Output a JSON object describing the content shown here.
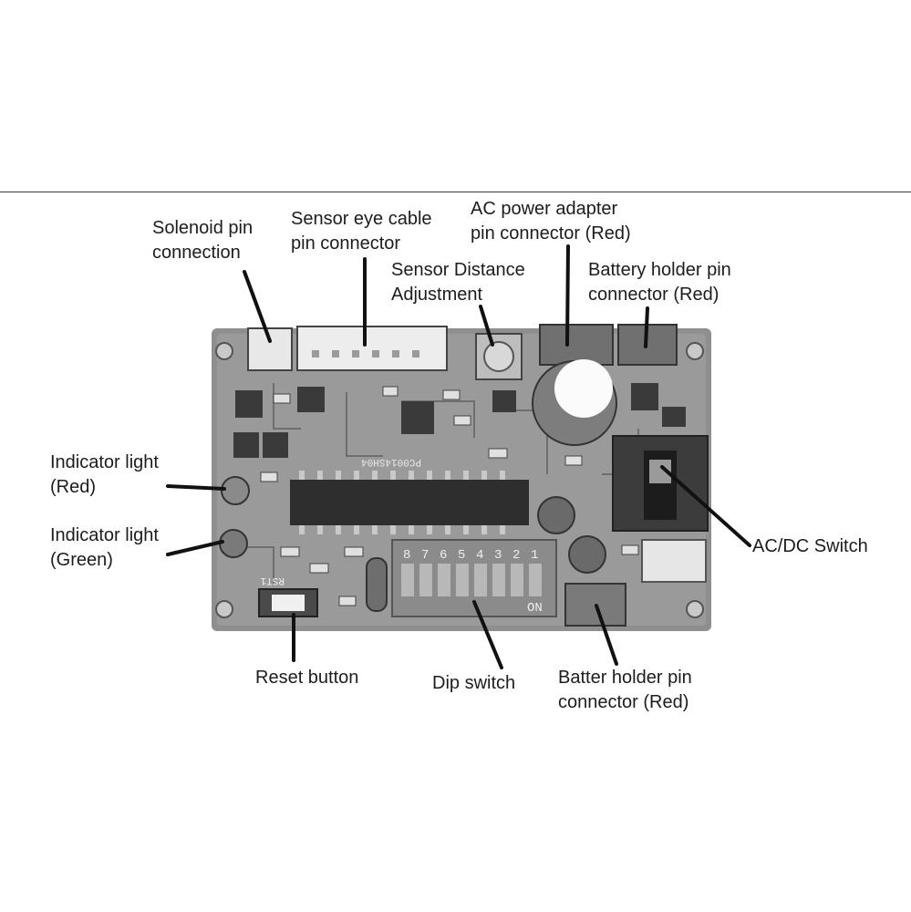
{
  "labels": {
    "solenoid": [
      "Solenoid pin",
      "connection"
    ],
    "sensor_eye": [
      "Sensor eye cable",
      "pin connector"
    ],
    "ac_adapter": [
      "AC power adapter",
      "pin connector (Red)"
    ],
    "sensor_distance": [
      "Sensor Distance",
      "Adjustment"
    ],
    "battery_holder_top": [
      "Battery holder pin",
      "connector (Red)"
    ],
    "indicator_red": [
      "Indicator light",
      "(Red)"
    ],
    "indicator_green": [
      "Indicator light",
      "(Green)"
    ],
    "ac_dc_switch": [
      "AC/DC Switch"
    ],
    "reset_button": [
      "Reset button"
    ],
    "dip_switch": [
      "Dip switch"
    ],
    "batter_holder_bottom": [
      "Batter holder pin",
      "connector (Red)"
    ]
  },
  "board": {
    "chip_marking": "PC0014SH04",
    "reset_marking": "RST1",
    "dip_numbers": [
      "8",
      "7",
      "6",
      "5",
      "4",
      "3",
      "2",
      "1"
    ],
    "dip_on_label": "ON"
  },
  "colors": {
    "pcb": "#8e8e8e",
    "pcb_dark": "#5a5a5a",
    "chip": "#2e2e2e",
    "leader_line": "#111111"
  }
}
